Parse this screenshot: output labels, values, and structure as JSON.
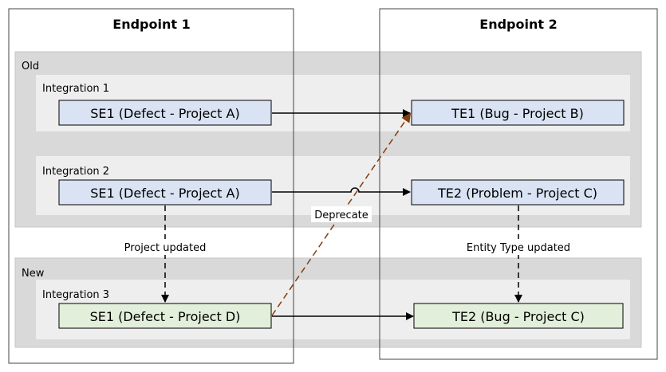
{
  "endpoints": {
    "left": {
      "title": "Endpoint 1"
    },
    "right": {
      "title": "Endpoint 2"
    }
  },
  "sections": {
    "old": {
      "label": "Old"
    },
    "new": {
      "label": "New"
    }
  },
  "integrations": [
    {
      "label": "Integration 1",
      "source": "SE1 (Defect - Project A)",
      "target": "TE1 (Bug - Project B)"
    },
    {
      "label": "Integration 2",
      "source": "SE1 (Defect - Project A)",
      "target": "TE2 (Problem - Project C)"
    },
    {
      "label": "Integration 3",
      "source": "SE1 (Defect - Project D)",
      "target": "TE2 (Bug - Project C)"
    }
  ],
  "annotations": {
    "project_updated": "Project updated",
    "entity_type_updated": "Entity Type updated",
    "deprecate": "Deprecate"
  },
  "colors": {
    "old_entity_fill": "#dae3f3",
    "new_entity_fill": "#e2efda",
    "section_fill": "#d9d9d9",
    "integration_fill": "#eeeeee",
    "deprecate_arrow": "#843c0c"
  }
}
